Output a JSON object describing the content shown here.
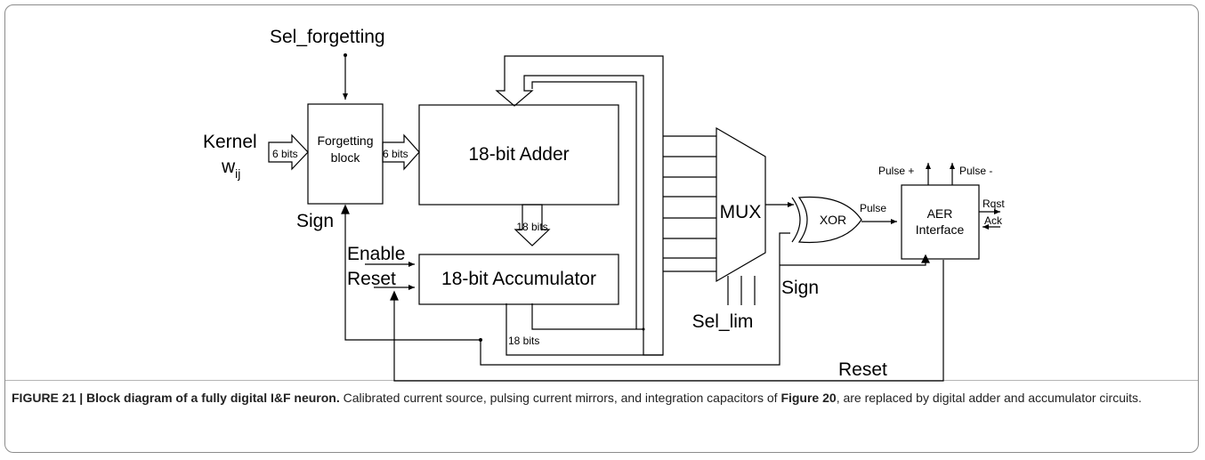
{
  "diagram": {
    "sel_forgetting": "Sel_forgetting",
    "kernel": "Kernel",
    "w": "w",
    "w_sub": "ij",
    "bits6_in": "6 bits",
    "bits6_out": "6 bits",
    "forgetting_line1": "Forgetting",
    "forgetting_line2": "block",
    "sign_left": "Sign",
    "adder": "18-bit Adder",
    "bits18_mid": "18 bits",
    "enable": "Enable",
    "reset_left": "Reset",
    "accumulator": "18-bit Accumulator",
    "bits18_bottom": "18 bits",
    "mux": "MUX",
    "sel_lim": "Sel_lim",
    "xor": "XOR",
    "pulse": "Pulse",
    "sign_right": "Sign",
    "reset_bottom": "Reset",
    "pulse_plus": "Pulse +",
    "pulse_minus": "Pulse -",
    "aer_line1": "AER",
    "aer_line2": "Interface",
    "rqst": "Rqst",
    "ack": "Ack"
  },
  "caption": {
    "label": "FIGURE 21 | Block diagram of a fully digital I&F neuron.",
    "text_1": " Calibrated current source, pulsing current mirrors, and integration capacitors of ",
    "ref": "Figure 20",
    "text_2": ", are replaced by digital adder and accumulator circuits."
  }
}
